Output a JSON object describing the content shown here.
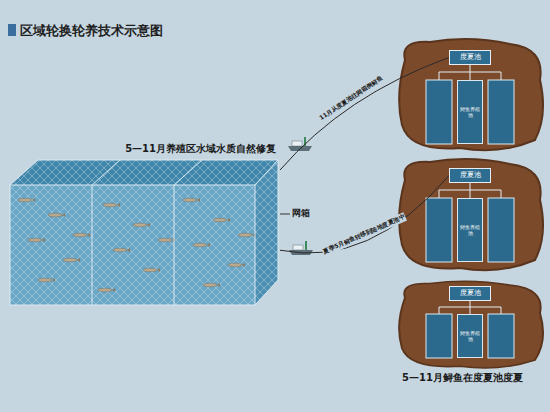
{
  "diagram": {
    "title": "区域轮换轮养技术示意图",
    "caption": "5—11月鲟鱼在度夏池度夏",
    "nodes": [
      {
        "text": [
          "5—11月养殖区水域水质自然修复"
        ]
      },
      {
        "text": [
          "度夏池"
        ]
      },
      {
        "text": [
          "鲟鱼养殖池"
        ]
      },
      {
        "text": [
          "度夏池"
        ]
      },
      {
        "text": [
          "鲟鱼养殖池"
        ]
      },
      {
        "text": [
          "度夏池"
        ]
      },
      {
        "text": [
          "鲟鱼养殖池"
        ]
      }
    ],
    "edges": [
      {
        "from": 0,
        "to": 1,
        "label": "11月从度夏池往网箱倒鲟鱼",
        "arrow": "none"
      },
      {
        "from": 0,
        "to": 3,
        "label": "夏季5月鲟鱼转移到陆地度夏池中",
        "arrow": "none"
      },
      {
        "from": 1,
        "to": 2,
        "arrow": "none"
      },
      {
        "from": 3,
        "to": 4,
        "arrow": "none"
      },
      {
        "from": 5,
        "to": 6,
        "arrow": "none"
      }
    ],
    "labels": [
      "网箱"
    ]
  }
}
